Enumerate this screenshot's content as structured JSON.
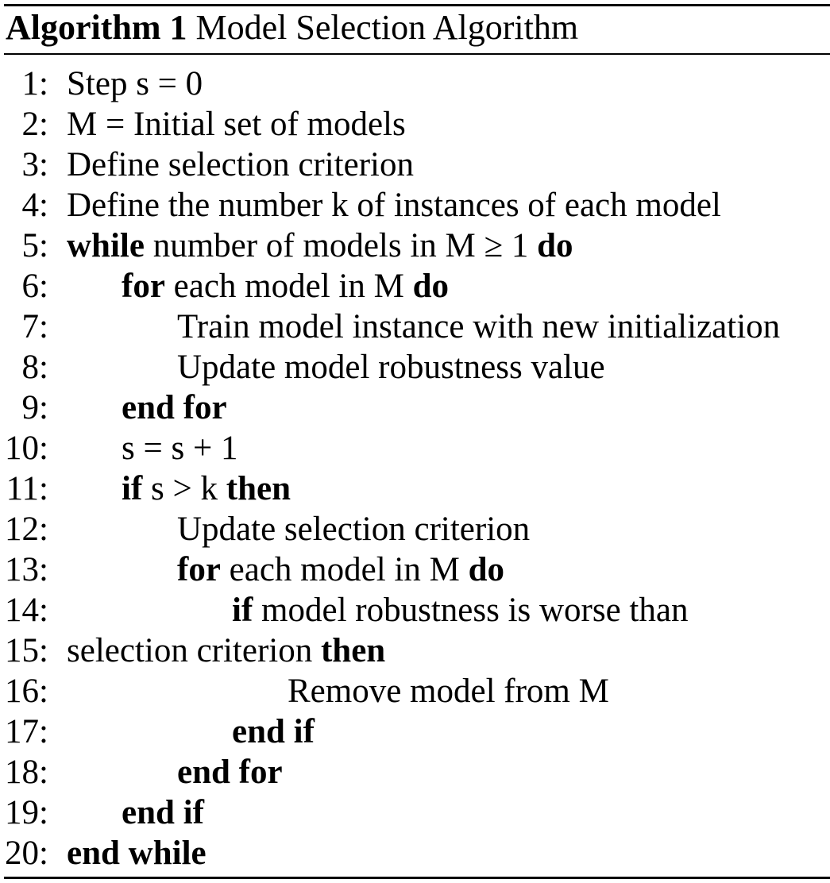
{
  "caption": {
    "label": "Algorithm 1",
    "title": "Model Selection Algorithm"
  },
  "lines": [
    {
      "num": "1:",
      "indent": 0,
      "parts": [
        {
          "t": "Step s = 0",
          "b": false
        }
      ]
    },
    {
      "num": "2:",
      "indent": 0,
      "parts": [
        {
          "t": "M = Initial set of models",
          "b": false
        }
      ]
    },
    {
      "num": "3:",
      "indent": 0,
      "parts": [
        {
          "t": "Define selection criterion",
          "b": false
        }
      ]
    },
    {
      "num": "4:",
      "indent": 0,
      "parts": [
        {
          "t": "Define the number k of instances of each model",
          "b": false
        }
      ]
    },
    {
      "num": "5:",
      "indent": 0,
      "parts": [
        {
          "t": "while",
          "b": true
        },
        {
          "t": " number of models in M ≥ 1 ",
          "b": false
        },
        {
          "t": "do",
          "b": true
        }
      ]
    },
    {
      "num": "6:",
      "indent": 1,
      "parts": [
        {
          "t": "for",
          "b": true
        },
        {
          "t": " each model in M ",
          "b": false
        },
        {
          "t": "do",
          "b": true
        }
      ]
    },
    {
      "num": "7:",
      "indent": 2,
      "parts": [
        {
          "t": "Train model instance with new initialization",
          "b": false
        }
      ]
    },
    {
      "num": "8:",
      "indent": 2,
      "parts": [
        {
          "t": "Update model robustness value",
          "b": false
        }
      ]
    },
    {
      "num": "9:",
      "indent": 1,
      "parts": [
        {
          "t": "end for",
          "b": true
        }
      ]
    },
    {
      "num": "10:",
      "indent": 1,
      "parts": [
        {
          "t": "s = s + 1",
          "b": false
        }
      ]
    },
    {
      "num": "11:",
      "indent": 1,
      "parts": [
        {
          "t": "if",
          "b": true
        },
        {
          "t": " s > k ",
          "b": false
        },
        {
          "t": "then",
          "b": true
        }
      ]
    },
    {
      "num": "12:",
      "indent": 2,
      "parts": [
        {
          "t": "Update selection criterion",
          "b": false
        }
      ]
    },
    {
      "num": "13:",
      "indent": 2,
      "parts": [
        {
          "t": "for",
          "b": true
        },
        {
          "t": " each model in M ",
          "b": false
        },
        {
          "t": "do",
          "b": true
        }
      ]
    },
    {
      "num": "14:",
      "indent": 3,
      "parts": [
        {
          "t": "if",
          "b": true
        },
        {
          "t": " model robustness is worse than",
          "b": false
        }
      ]
    },
    {
      "num": "15:",
      "indent": 0,
      "parts": [
        {
          "t": "selection criterion ",
          "b": false
        },
        {
          "t": "then",
          "b": true
        }
      ]
    },
    {
      "num": "16:",
      "indent": 4,
      "parts": [
        {
          "t": "Remove model from M",
          "b": false
        }
      ]
    },
    {
      "num": "17:",
      "indent": 3,
      "parts": [
        {
          "t": "end if",
          "b": true
        }
      ]
    },
    {
      "num": "18:",
      "indent": 2,
      "parts": [
        {
          "t": "end for",
          "b": true
        }
      ]
    },
    {
      "num": "19:",
      "indent": 1,
      "parts": [
        {
          "t": "end if",
          "b": true
        }
      ]
    },
    {
      "num": "20:",
      "indent": 0,
      "parts": [
        {
          "t": "end while",
          "b": true
        }
      ]
    }
  ]
}
